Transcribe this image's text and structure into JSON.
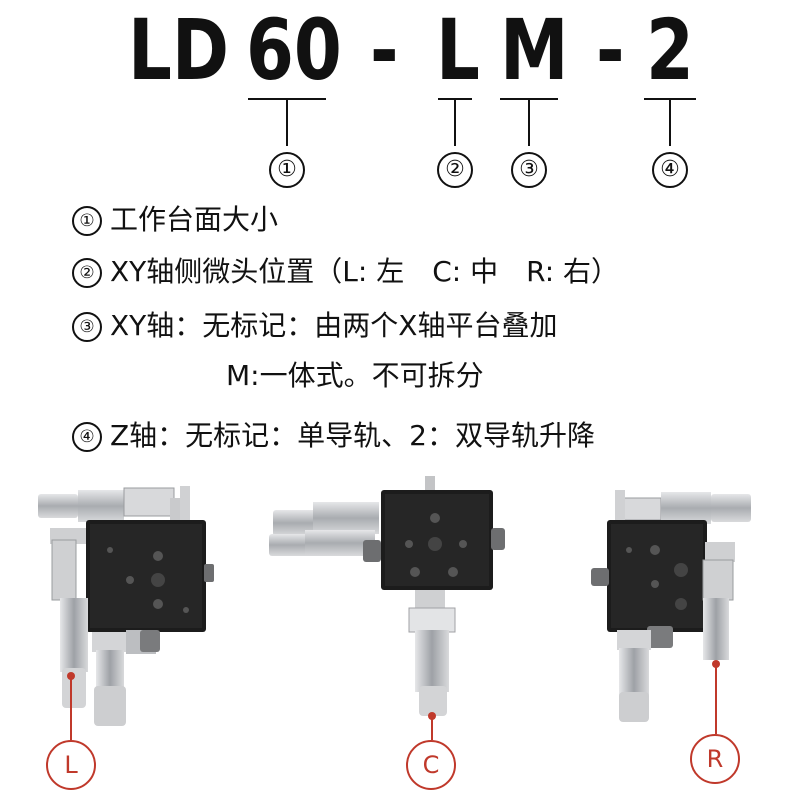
{
  "model": {
    "prefix": "LD",
    "size": "60",
    "dash1": "-",
    "side": "L",
    "axis": "M",
    "dash2": "-",
    "z": "2"
  },
  "markers": [
    "①",
    "②",
    "③",
    "④"
  ],
  "descriptions": [
    {
      "num": "①",
      "text": "工作台面大小"
    },
    {
      "num": "②",
      "text": "XY轴侧微头位置（L: 左　C: 中　R: 右）"
    },
    {
      "num": "③",
      "text": "XY轴：无标记：由两个X轴平台叠加"
    },
    {
      "num": "",
      "text": "M:一体式。不可拆分"
    },
    {
      "num": "④",
      "text": "Z轴：无标记：单导轨、2：双导轨升降"
    }
  ],
  "variants": [
    {
      "label": "L"
    },
    {
      "label": "C"
    },
    {
      "label": "R"
    }
  ],
  "colors": {
    "accent": "#c0392b",
    "stage": "#1a1a1a",
    "metal": "#b9bcc0"
  }
}
